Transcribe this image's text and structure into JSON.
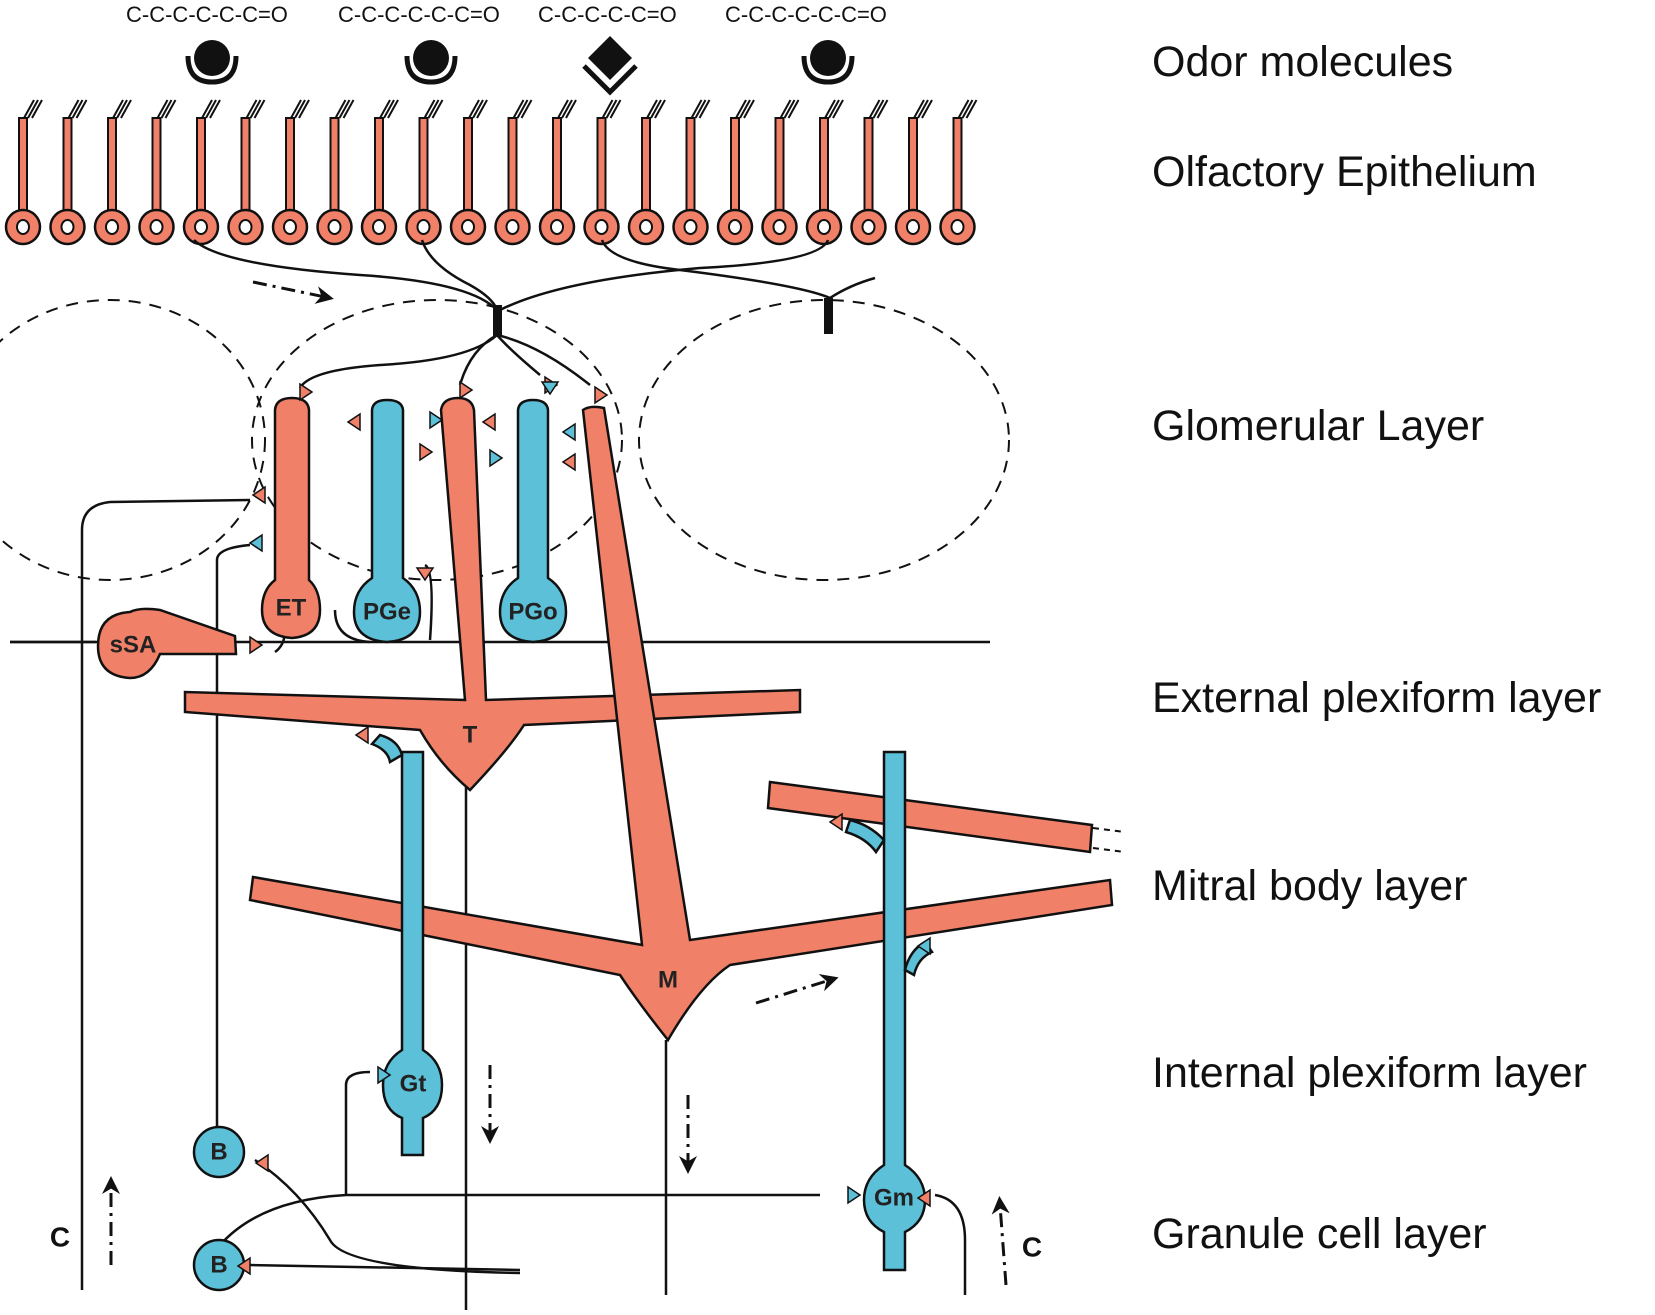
{
  "molecules": {
    "formulas": [
      "C-C-C-C-C-C=O",
      "C-C-C-C-C-C=O",
      "C-C-C-C-C=O",
      "C-C-C-C-C-C=O"
    ]
  },
  "layers": {
    "odor": "Odor molecules",
    "epithelium": "Olfactory Epithelium",
    "glomerular": "Glomerular Layer",
    "epl": "External plexiform layer",
    "mitral": "Mitral body layer",
    "ipl": "Internal plexiform layer",
    "granule": "Granule cell layer"
  },
  "cells": {
    "et": "ET",
    "pge": "PGe",
    "pgo": "PGo",
    "ssa": "sSA",
    "tufted": "T",
    "mitral": "M",
    "gt": "Gt",
    "gm": "Gm",
    "b1": "B",
    "b2": "B",
    "c_left": "C",
    "c_right": "C"
  },
  "colors": {
    "excitatory": "#F08068",
    "inhibitory": "#5BC0D8",
    "line": "#111111"
  }
}
